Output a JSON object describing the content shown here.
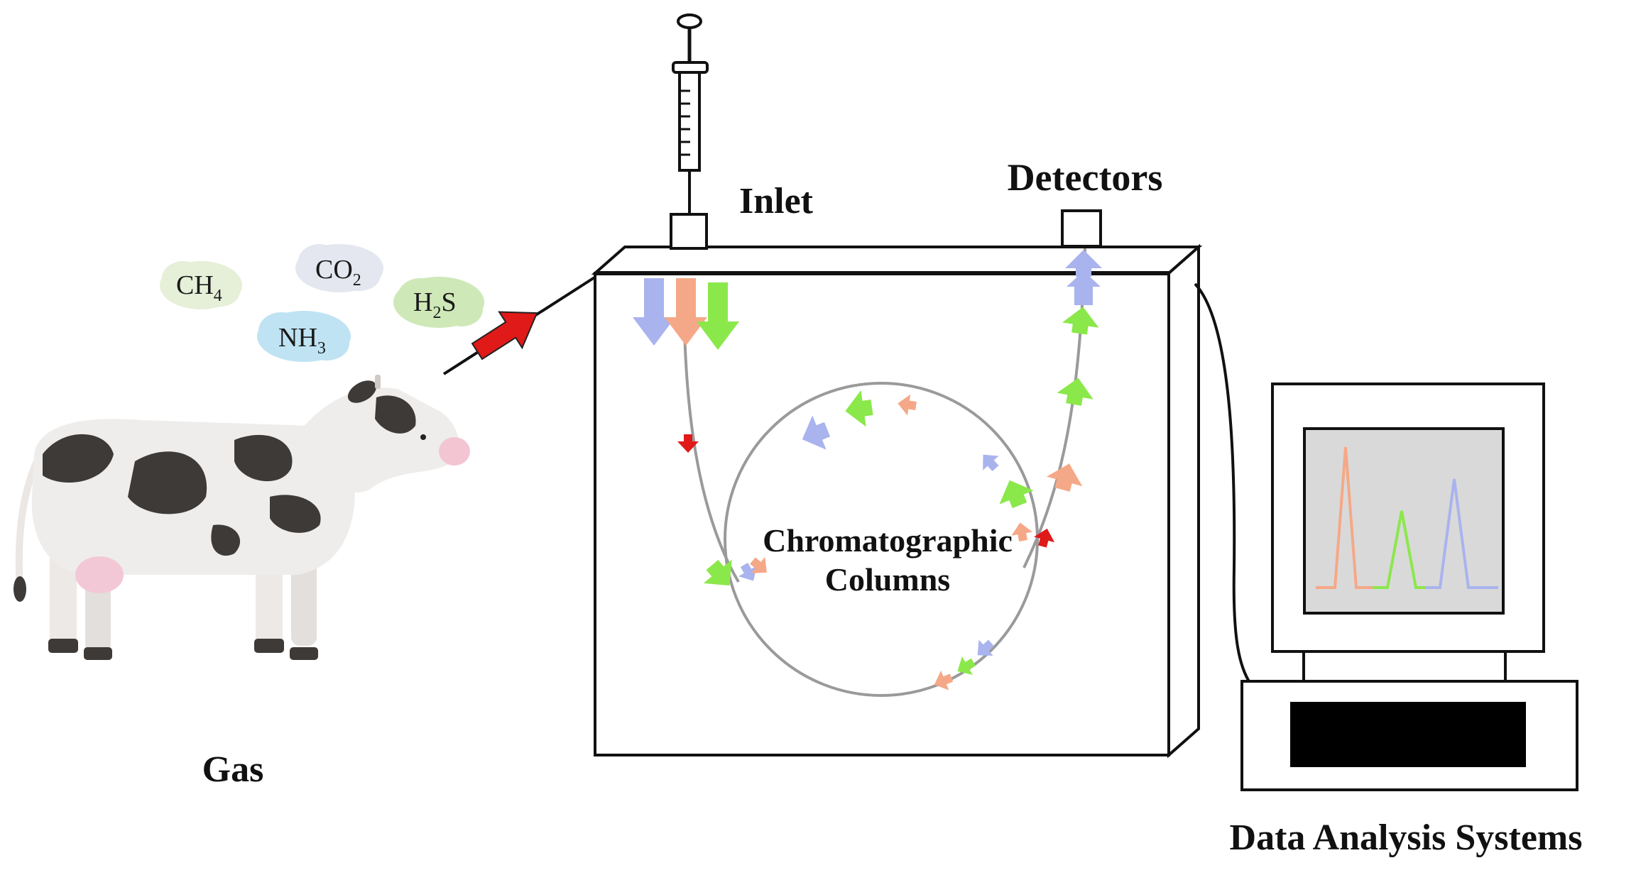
{
  "labels": {
    "gas": "Gas",
    "inlet": "Inlet",
    "detectors": "Detectors",
    "columns_line1": "Chromatographic",
    "columns_line2": "Columns",
    "data_analysis": "Data Analysis Systems"
  },
  "gases": [
    {
      "base": "CH",
      "sub": "4",
      "tail": "",
      "color": "#e6efd8"
    },
    {
      "base": "CO",
      "sub": "2",
      "tail": "",
      "color": "#e4e7ef"
    },
    {
      "base": "NH",
      "sub": "3",
      "tail": "",
      "color": "#bfe3f3"
    },
    {
      "base": "H",
      "sub": "2",
      "tail": "S",
      "color": "#cfe8b8"
    }
  ],
  "colors": {
    "component_orange": "#f5a887",
    "component_green": "#8be84b",
    "component_lavender": "#a9b3ee",
    "sample_red": "#e01919",
    "screen_bg": "#d9d9d9",
    "tube": "#9a9a9a"
  }
}
